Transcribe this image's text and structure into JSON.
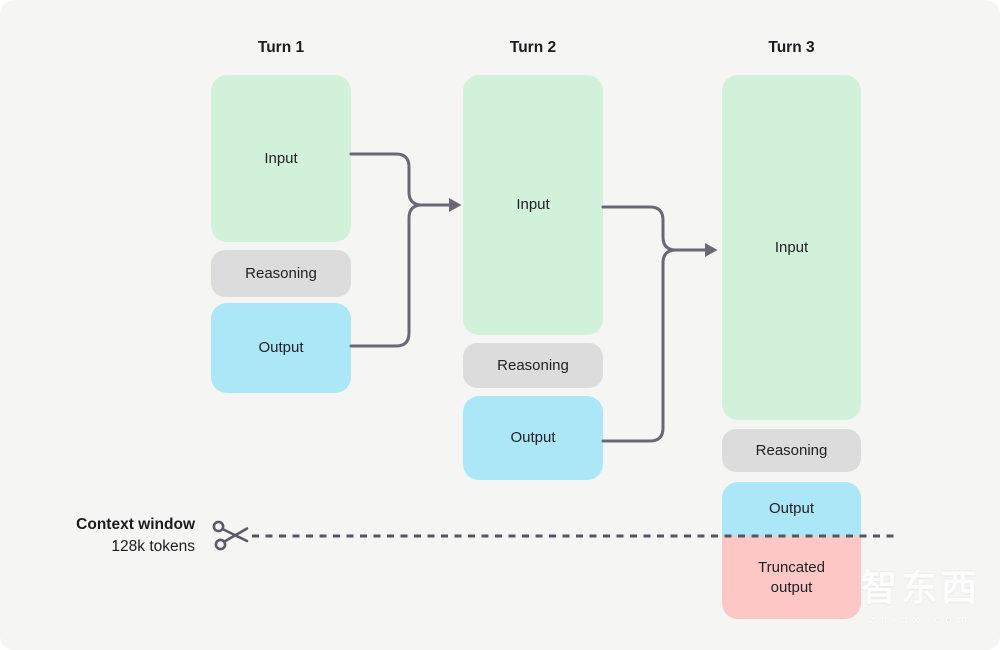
{
  "diagram": {
    "columns": [
      {
        "title": "Turn 1",
        "blocks": [
          {
            "label": "Input"
          },
          {
            "label": "Reasoning"
          },
          {
            "label": "Output"
          }
        ]
      },
      {
        "title": "Turn 2",
        "blocks": [
          {
            "label": "Input"
          },
          {
            "label": "Reasoning"
          },
          {
            "label": "Output"
          }
        ]
      },
      {
        "title": "Turn 3",
        "blocks": [
          {
            "label": "Input"
          },
          {
            "label": "Reasoning"
          },
          {
            "label": "Output"
          },
          {
            "label": "Truncated output"
          }
        ]
      }
    ],
    "context_window": {
      "label": "Context window",
      "tokens": "128k tokens"
    },
    "watermark": {
      "text": "智东西",
      "subtext": "zhidx.com"
    },
    "colors": {
      "background": "#f5f5f4",
      "input_block": "#d2f1da",
      "reasoning_block": "#dcdcdd",
      "output_block": "#ace7f8",
      "truncated_block": "#fcc7c5",
      "connector": "#696975",
      "cutoff_line": "#55555f",
      "text": "#1c1c1f"
    }
  }
}
